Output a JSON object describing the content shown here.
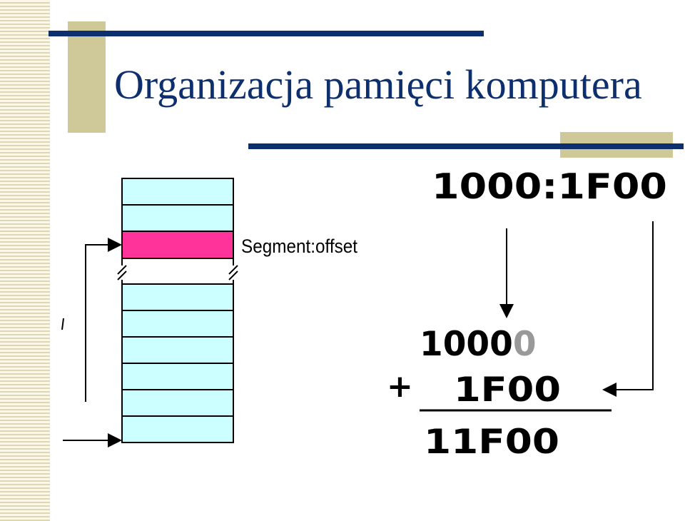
{
  "slide": {
    "title": "Organizacja pamięci komputera"
  },
  "memory": {
    "segment_label": "Segment:offset"
  },
  "calculation": {
    "address": "1000:1F00",
    "shifted_segment": "1000",
    "appended_zero": "0",
    "plus_sign": "+",
    "offset": "1F00",
    "result": "11F00"
  },
  "colors": {
    "title": "#0e2f6e",
    "cell_fill": "#ccffff",
    "highlight_fill": "#ff3399",
    "appended_zero": "#999999"
  }
}
